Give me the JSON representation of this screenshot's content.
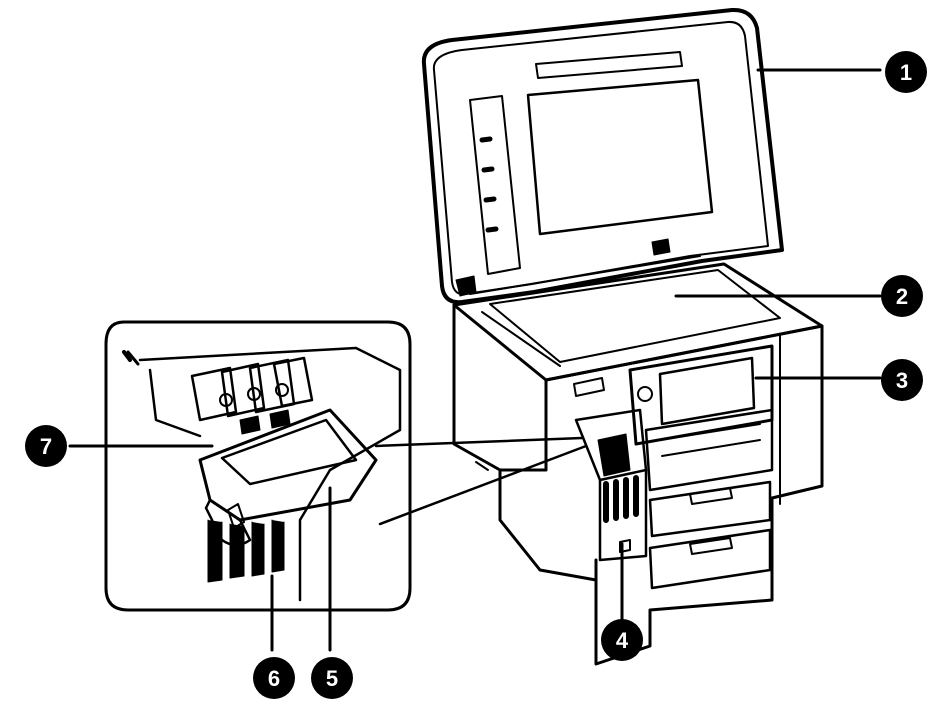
{
  "diagram": {
    "callouts": [
      {
        "id": "c1",
        "label": "1"
      },
      {
        "id": "c2",
        "label": "2"
      },
      {
        "id": "c3",
        "label": "3"
      },
      {
        "id": "c4",
        "label": "4"
      },
      {
        "id": "c5",
        "label": "5"
      },
      {
        "id": "c6",
        "label": "6"
      },
      {
        "id": "c7",
        "label": "7"
      }
    ],
    "colors": {
      "line": "#000000",
      "badge": "#000000",
      "badge_text": "#ffffff",
      "background": "#ffffff"
    }
  }
}
